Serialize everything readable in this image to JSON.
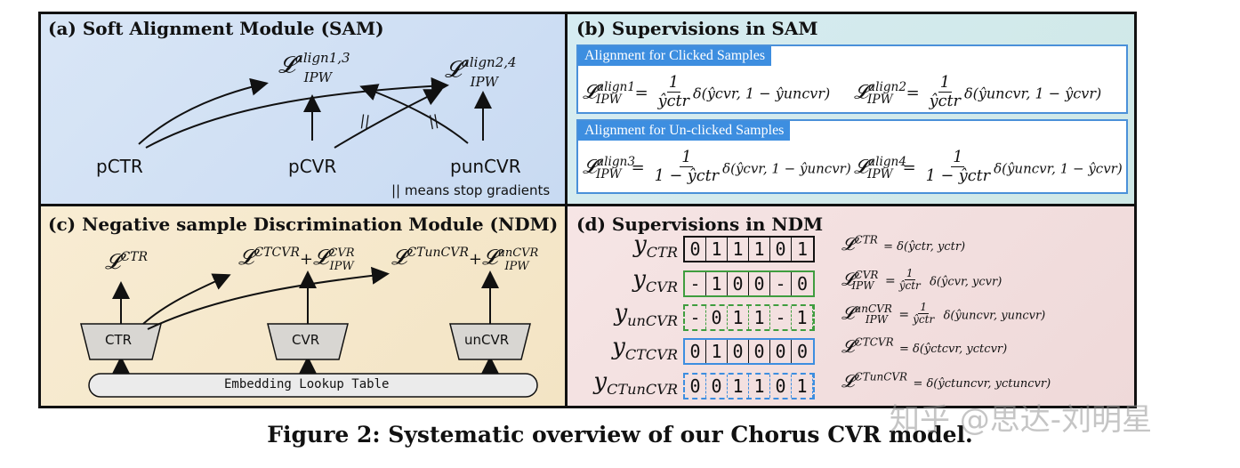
{
  "panels": {
    "a": {
      "title": "(a) Soft Alignment Module (SAM)",
      "nodes": {
        "pctr": "pCTR",
        "pcvr": "pCVR",
        "puncvr": "punCVR"
      },
      "loss1": {
        "sym": "𝓛",
        "sup": "align1,3",
        "sub": "IPW"
      },
      "loss2": {
        "sym": "𝓛",
        "sup": "align2,4",
        "sub": "IPW"
      },
      "note": "|| means stop gradients",
      "stop_mark": "||"
    },
    "b": {
      "title": "(b) Supervisions in SAM",
      "clicked_header": "Alignment for Clicked Samples",
      "unclicked_header": "Alignment for Un-clicked Samples",
      "eq1": {
        "sup": "align1",
        "sub": "IPW",
        "eq": "=",
        "num": "1",
        "den": "ŷctr",
        "rhs": "δ(ŷcvr, 1 − ŷuncvr)"
      },
      "eq2": {
        "sup": "align2",
        "sub": "IPW",
        "eq": "=",
        "num": "1",
        "den": "ŷctr",
        "rhs": "δ(ŷuncvr, 1 − ŷcvr)"
      },
      "eq3": {
        "sup": "align3",
        "sub": "IPW",
        "eq": "=",
        "num": "1",
        "den": "1 − ŷctr",
        "rhs": "δ(ŷcvr, 1 − ŷuncvr)"
      },
      "eq4": {
        "sup": "align4",
        "sub": "IPW",
        "eq": "=",
        "num": "1",
        "den": "1 − ŷctr",
        "rhs": "δ(ŷuncvr, 1 − ŷcvr)"
      }
    },
    "c": {
      "title": "(c) Negative sample Discrimination Module (NDM)",
      "towers": {
        "ctr": "CTR",
        "cvr": "CVR",
        "uncvr": "unCVR"
      },
      "embedding": "Embedding Lookup Table",
      "loss_ctr": {
        "sup": "CTR"
      },
      "loss_mid": {
        "sup1": "CTCVR",
        "plus": "+",
        "sup2": "CVR",
        "sub2": "IPW"
      },
      "loss_right": {
        "sup1": "CTunCVR",
        "plus": "+",
        "sup2": "unCVR",
        "sub2": "IPW"
      }
    },
    "d": {
      "title": "(d) Supervisions in NDM",
      "rows": [
        {
          "label": "CTR",
          "cells": [
            "0",
            "1",
            "1",
            "1",
            "0",
            "1"
          ],
          "color": "#111111",
          "dashed": false,
          "loss_sup": "CTR",
          "loss_sub": "",
          "rhs": "= δ(ŷctr, yctr)",
          "ipw": false
        },
        {
          "label": "CVR",
          "cells": [
            "-",
            "1",
            "0",
            "0",
            "-",
            "0"
          ],
          "color": "#3f9d3f",
          "dashed": false,
          "loss_sup": "CVR",
          "loss_sub": "IPW",
          "rhs": "δ(ŷcvr, ycvr)",
          "ipw": true
        },
        {
          "label": "unCVR",
          "cells": [
            "-",
            "0",
            "1",
            "1",
            "-",
            "1"
          ],
          "color": "#3f9d3f",
          "dashed": true,
          "loss_sup": "unCVR",
          "loss_sub": "IPW",
          "rhs": "δ(ŷuncvr, yuncvr)",
          "ipw": true
        },
        {
          "label": "CTCVR",
          "cells": [
            "0",
            "1",
            "0",
            "0",
            "0",
            "0"
          ],
          "color": "#3d8ee0",
          "dashed": false,
          "loss_sup": "CTCVR",
          "loss_sub": "",
          "rhs": "= δ(ŷctcvr, yctcvr)",
          "ipw": false
        },
        {
          "label": "CTunCVR",
          "cells": [
            "0",
            "0",
            "1",
            "1",
            "0",
            "1"
          ],
          "color": "#3d8ee0",
          "dashed": true,
          "loss_sup": "CTunCVR",
          "loss_sub": "",
          "rhs": "= δ(ŷctuncvr, yctuncvr)",
          "ipw": false
        }
      ],
      "ipw_eq": "=",
      "ipw_num": "1",
      "ipw_den": "ŷctr"
    }
  },
  "caption": "Figure 2: Systematic overview of our Chorus CVR model.",
  "watermark": "知乎 @思达-刘明星",
  "colors": {
    "blue_header": "#3d8ee0",
    "green": "#3f9d3f",
    "blue": "#3d8ee0",
    "tower_fill": "#d8d6d2"
  }
}
